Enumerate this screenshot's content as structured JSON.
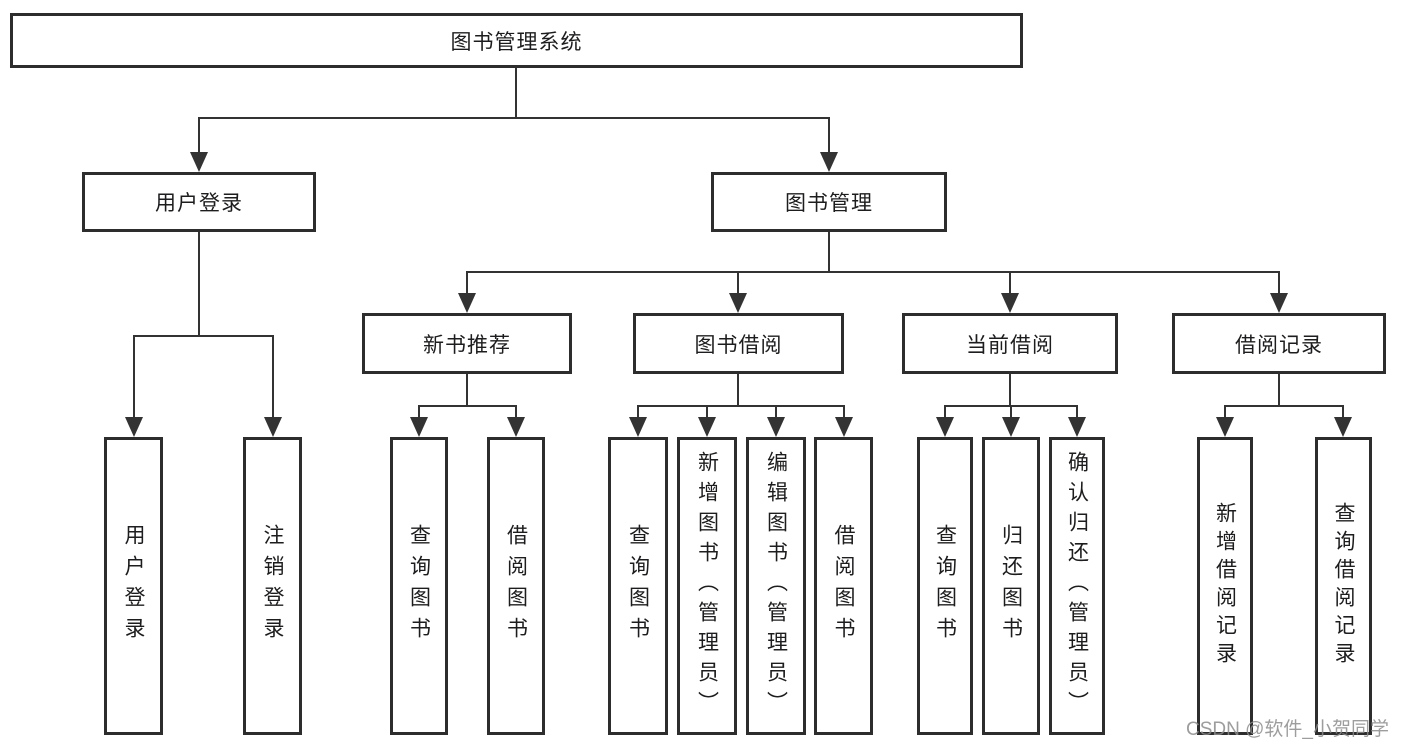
{
  "tree": {
    "label": "图书管理系统",
    "children": [
      {
        "label": "用户登录",
        "children": [
          {
            "label": "用户登录"
          },
          {
            "label": "注销登录"
          }
        ]
      },
      {
        "label": "图书管理",
        "children": [
          {
            "label": "新书推荐",
            "children": [
              {
                "label": "查询图书"
              },
              {
                "label": "借阅图书"
              }
            ]
          },
          {
            "label": "图书借阅",
            "children": [
              {
                "label": "查询图书"
              },
              {
                "label": "新增图书（管理员）"
              },
              {
                "label": "编辑图书（管理员）"
              },
              {
                "label": "借阅图书"
              }
            ]
          },
          {
            "label": "当前借阅",
            "children": [
              {
                "label": "查询图书"
              },
              {
                "label": "归还图书"
              },
              {
                "label": "确认归还（管理员）"
              }
            ]
          },
          {
            "label": "借阅记录",
            "children": [
              {
                "label": "新增借阅记录"
              },
              {
                "label": "查询借阅记录"
              }
            ]
          }
        ]
      }
    ]
  },
  "watermark": {
    "text": "CSDN @软件_小贺同学"
  },
  "colors": {
    "line": "#333333",
    "box_border": "#2d2d2d",
    "text": "#1d1d1f",
    "watermark": "#8c8c8c",
    "background": "#ffffff"
  }
}
